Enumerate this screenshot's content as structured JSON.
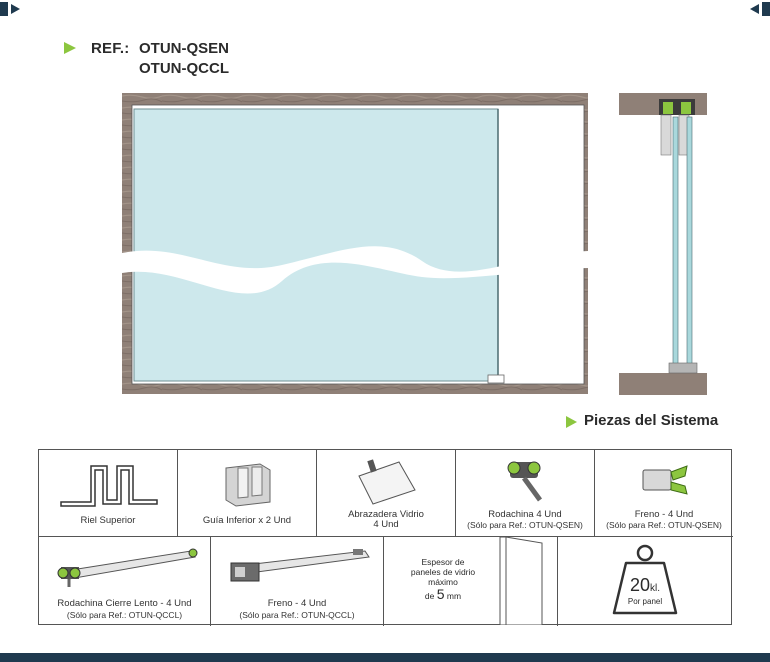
{
  "header": {
    "ref_label": "REF.:",
    "ref_codes": [
      "OTUN-QSEN",
      "OTUN-QCCL"
    ]
  },
  "section": {
    "title": "Piezas del Sistema"
  },
  "parts": [
    {
      "name": "Riel Superior",
      "note": ""
    },
    {
      "name": "Guía Inferior x 2 Und",
      "note": ""
    },
    {
      "name": "Abrazadera Vidrio",
      "name2": "4 Und",
      "note": ""
    },
    {
      "name": "Rodachina 4 Und",
      "note": "(Sólo para Ref.: OTUN-QSEN)"
    },
    {
      "name": "Freno - 4 Und",
      "note": "(Sólo para Ref.: OTUN-QSEN)"
    },
    {
      "name": "Rodachina Cierre Lento - 4 Und",
      "note": "(Sólo para Ref.: OTUN-QCCL)"
    },
    {
      "name": "Freno - 4 Und",
      "note": "(Sólo para Ref.: OTUN-QCCL)"
    }
  ],
  "glass_thickness": {
    "line1": "Espesor de",
    "line2": "paneles de vidrio",
    "line3": "máximo",
    "prefix": "de",
    "value": "5",
    "unit": "mm"
  },
  "weight": {
    "value": "20",
    "unit": "kl.",
    "caption": "Por panel"
  },
  "colors": {
    "accent": "#8cc63f",
    "wood": "#8a7a70",
    "glass": "#cfe9ec",
    "dark_bar": "#1f3a4f"
  }
}
